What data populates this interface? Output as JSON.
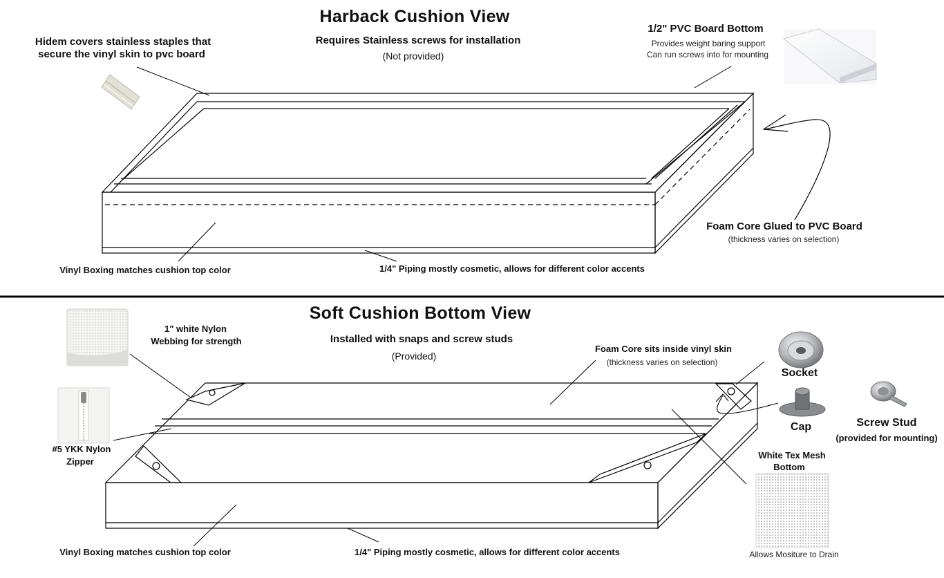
{
  "top": {
    "title": "Harback Cushion View",
    "subtitle": "Requires Stainless screws for installation",
    "subnote": "(Not provided)",
    "hidem_label_1": "Hidem covers stainless staples that",
    "hidem_label_2": "secure the vinyl skin to pvc board",
    "pvc_label": "1/2\" PVC Board Bottom",
    "pvc_note_1": "Provides weight baring support",
    "pvc_note_2": "Can run screws into for mounting",
    "foam_label": "Foam Core Glued to PVC Board",
    "foam_note": "(thickness varies on selection)",
    "boxing_label": "Vinyl Boxing matches cushion top color",
    "piping_label": "1/4\" Piping mostly cosmetic, allows for different color accents"
  },
  "bottom": {
    "title": "Soft Cushion Bottom View",
    "subtitle": "Installed with snaps and screw studs",
    "subnote": "(Provided)",
    "webbing_label_1": "1\" white Nylon",
    "webbing_label_2": "Webbing for strength",
    "zipper_label_1": "#5 YKK Nylon",
    "zipper_label_2": "Zipper",
    "foam_label": "Foam Core sits inside vinyl skin",
    "foam_note": "(thickness varies on selection)",
    "socket_label": "Socket",
    "cap_label": "Cap",
    "screw_stud_label": "Screw Stud",
    "screw_stud_note": "(provided for mounting)",
    "mesh_label_1": "White Tex Mesh",
    "mesh_label_2": "Bottom",
    "mesh_note": "Allows Mositure to Drain",
    "boxing_label": "Vinyl Boxing matches cushion top color",
    "piping_label": "1/4\" Piping mostly cosmetic, allows for different color accents"
  },
  "colors": {
    "line": "#000000",
    "divider": "#000000",
    "metal": "#a9abae",
    "mesh": "#b8b8b8",
    "photo_white": "#f2f2ee"
  }
}
